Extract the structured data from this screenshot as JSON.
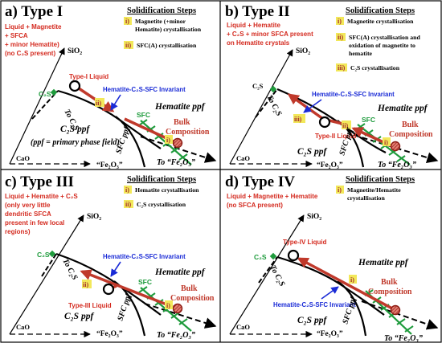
{
  "panels": [
    {
      "title": "a) Type I",
      "conditions": [
        "Liquid + Magnetite",
        "+ SFCA",
        "+ minor Hematite)",
        "(no C₂S present)"
      ],
      "steps_header": "Solidification Steps",
      "steps": [
        {
          "num": "i)",
          "lines": [
            "Magnetite (+minor",
            "Hematite) crystallisation"
          ]
        },
        {
          "num": "ii)",
          "lines": [
            "SFC(A) crystallisation"
          ]
        }
      ],
      "liquid_label": "Type-I Liquid",
      "hematite_ppf": "Hematite ppf",
      "c2s_ppf": "C₂S ppf",
      "note": "(ppf = primary phase field)",
      "sfc_ppf": "SFC ppf"
    },
    {
      "title": "b) Type II",
      "conditions": [
        "Liquid + Hematite",
        "+ C₂S + minor SFCA present",
        "on Hematite crystals"
      ],
      "steps_header": "Solidification Steps",
      "steps": [
        {
          "num": "i)",
          "lines": [
            "Magnetite crystallisation"
          ]
        },
        {
          "num": "ii)",
          "lines": [
            "SFC(A) crystallisation and",
            "oxidation of magnetite to",
            "hematite"
          ]
        },
        {
          "num": "iii)",
          "lines": [
            "C₂S crystallisation"
          ]
        }
      ],
      "liquid_label": "Type-II Liquid",
      "hematite_ppf": "Hematite ppf",
      "c2s_ppf": "C₂S ppf",
      "sfc_ppf": "SFC ppf"
    },
    {
      "title": "c) Type III",
      "conditions": [
        "Liquid + Hematite + C₂S",
        "(only very little",
        "dendritic SFCA",
        "present in few local",
        "regions)"
      ],
      "steps_header": "Solidification Steps",
      "steps": [
        {
          "num": "i)",
          "lines": [
            "Hematite crystallisation"
          ]
        },
        {
          "num": "ii)",
          "lines": [
            "C₂S crystallisation"
          ]
        }
      ],
      "liquid_label": "Type-III Liquid",
      "hematite_ppf": "Hematite ppf",
      "c2s_ppf": "C₂S ppf",
      "sfc_ppf": "SFC ppf"
    },
    {
      "title": "d) Type IV",
      "conditions": [
        "Liquid + Magnetite + Hematite",
        "(no SFCA present)"
      ],
      "steps_header": "Solidification Steps",
      "steps": [
        {
          "num": "i)",
          "lines": [
            "Magnetite/Hematite",
            "crystallisation"
          ]
        }
      ],
      "liquid_label": "Type-IV Liquid",
      "hematite_ppf": "Hematite ppf",
      "c2s_ppf": "C₂S ppf",
      "sfc_ppf": "SFC ppf"
    }
  ],
  "common": {
    "sio2": "SiO₂",
    "cao": "CaO",
    "fe2o3": "“Fe₂O₃”",
    "to_fe2o3": "To “Fe₂O₃”",
    "c2s": "C₂S",
    "to_c2s": "To C₂S",
    "sfc": "SFC",
    "invariant": "Hematite-C₂S-SFC Invariant",
    "bulk": [
      "Bulk",
      "Composition"
    ]
  },
  "colors": {
    "red_text": "#d42a1f",
    "blue": "#1a2bd6",
    "green": "#1e9b3c",
    "arrow_red": "#c0392b",
    "box_yellow": "#f2e85a"
  }
}
